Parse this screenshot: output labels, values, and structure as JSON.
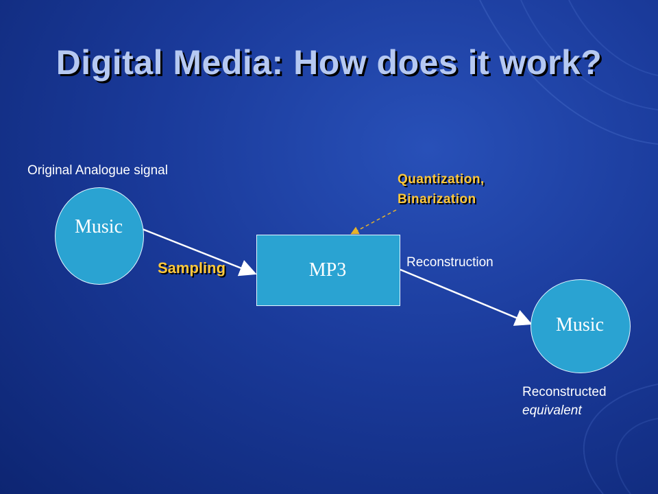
{
  "slide": {
    "title": "Digital Media: How does it work?"
  },
  "labels": {
    "original": "Original Analogue signal",
    "reconstruction": "Reconstruction",
    "reconstructed_line1": "Reconstructed",
    "reconstructed_line2": "equivalent"
  },
  "annotations": {
    "sampling": "Sampling",
    "quantization_line1": "Quantization,",
    "quantization_line2": "Binarization"
  },
  "nodes": {
    "music_source": "Music",
    "mp3": "MP3",
    "music_output": "Music"
  },
  "colors": {
    "node_fill": "#2aa3d2",
    "annotation": "#ffc83a",
    "title": "#b6c9f2"
  }
}
